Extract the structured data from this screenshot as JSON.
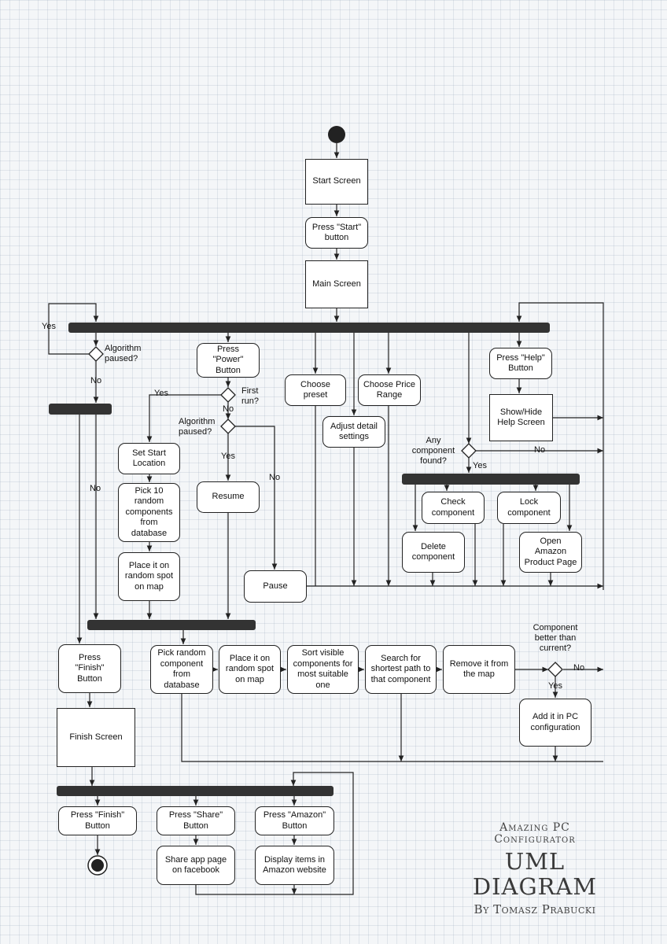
{
  "nodes": {
    "start_screen": "Start Screen",
    "press_start": "Press \"Start\"\nbutton",
    "main_screen": "Main Screen",
    "press_power": "Press\n\"Power\"\nButton",
    "choose_preset": "Choose\npreset",
    "choose_price": "Choose Price\nRange",
    "adjust_detail": "Adjust detail\nsettings",
    "press_help": "Press \"Help\"\nButton",
    "show_hide_help": "Show/Hide\nHelp Screen",
    "set_start": "Set Start\nLocation",
    "pick10": "Pick 10\nrandom\ncomponents\nfrom\ndatabase",
    "place_random": "Place it on\nrandom spot\non map",
    "resume": "Resume",
    "pause": "Pause",
    "check_component": "Check\ncomponent",
    "lock_component": "Lock\ncomponent",
    "delete_component": "Delete\ncomponent",
    "open_amazon": "Open\nAmazon\nProduct Page",
    "press_finish1": "Press\n\"Finish\"\nButton",
    "finish_screen": "Finish Screen",
    "pick_random": "Pick random\ncomponent\nfrom\ndatabase",
    "place_random2": "Place it on\nrandom spot\non map",
    "sort_visible": "Sort visible\ncomponents for\nmost suitable\none",
    "search_path": "Search for\nshortest path to\nthat component",
    "remove_map": "Remove it from\nthe map",
    "add_config": "Add it in PC\nconfiguration",
    "press_finish2": "Press \"Finish\"\nButton",
    "press_share": "Press \"Share\"\nButton",
    "press_amazon": "Press \"Amazon\"\nButton",
    "share_facebook": "Share app page\non facebook",
    "display_amazon": "Display items in\nAmazon website"
  },
  "labels": {
    "algo_paused_1": "Algorithm\npaused?",
    "yes_1": "Yes",
    "no_1": "No",
    "no_2": "No",
    "first_run": "First\nrun?",
    "yes_2": "Yes",
    "no_3": "No",
    "algo_paused_2": "Algorithm\npaused?",
    "yes_3": "Yes",
    "no_4": "No",
    "any_found": "Any\ncomponent\nfound?",
    "no_5": "No",
    "yes_4": "Yes",
    "better": "Component\nbetter than\ncurrent?",
    "no_6": "No",
    "yes_5": "Yes"
  },
  "title_block": {
    "app_name": "Amazing PC\nConfigurator",
    "title": "UML DIAGRAM",
    "author": "By Tomasz Prabucki"
  }
}
